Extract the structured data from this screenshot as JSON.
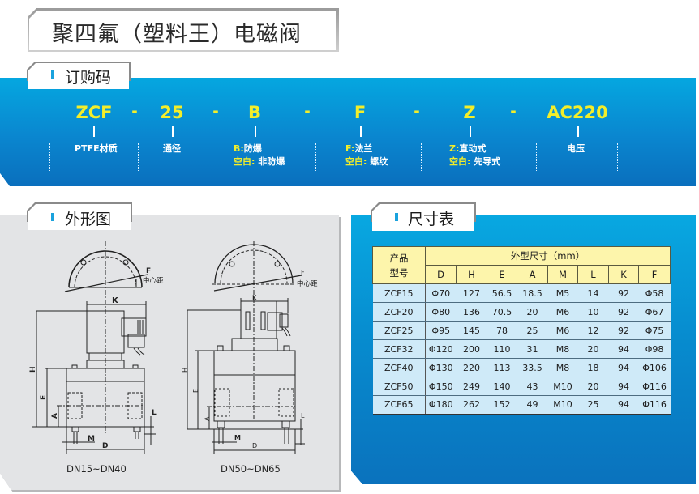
{
  "title": "聚四氟（塑料王）电磁阀",
  "order_code": {
    "section_label": "订购码",
    "parts": [
      {
        "code": "ZCF",
        "desc": [
          {
            "text": "PTFE材质"
          }
        ]
      },
      {
        "code": "25",
        "desc": [
          {
            "text": "通径"
          }
        ]
      },
      {
        "code": "B",
        "desc": [
          {
            "key": "B:",
            "text": "防爆"
          },
          {
            "key": "空白:",
            "text": " 非防爆"
          }
        ]
      },
      {
        "code": "F",
        "desc": [
          {
            "key": "F:",
            "text": "法兰"
          },
          {
            "key": "空白:",
            "text": " 螺纹"
          }
        ]
      },
      {
        "code": "Z",
        "desc": [
          {
            "key": "Z:",
            "text": "直动式"
          },
          {
            "key": "空白:",
            "text": " 先导式"
          }
        ]
      },
      {
        "code": "AC220",
        "desc": [
          {
            "text": "电压"
          }
        ]
      }
    ],
    "dash": "-"
  },
  "outline": {
    "section_label": "外形图",
    "drawings": [
      {
        "caption": "DN15~DN40",
        "labels": {
          "F": "F",
          "center": "中心距",
          "K": "K",
          "H": "H",
          "E": "E",
          "A": "A",
          "L": "L",
          "M": "M",
          "D": "D"
        }
      },
      {
        "caption": "DN50~DN65",
        "labels": {
          "F": "F",
          "center": "中心距",
          "K": "K",
          "H": "H",
          "E": "E",
          "A": "A",
          "L": "L",
          "M": "M",
          "D": "D"
        }
      }
    ]
  },
  "dimensions": {
    "section_label": "尺寸表",
    "model_header": [
      "产品",
      "型号"
    ],
    "group_header": "外型尺寸（mm）",
    "columns": [
      "D",
      "H",
      "E",
      "A",
      "M",
      "L",
      "K",
      "F"
    ],
    "rows": [
      [
        "ZCF15",
        "Φ70",
        "127",
        "56.5",
        "18.5",
        "M5",
        "14",
        "92",
        "Φ58"
      ],
      [
        "ZCF20",
        "Φ80",
        "136",
        "70.5",
        "20",
        "M6",
        "10",
        "92",
        "Φ67"
      ],
      [
        "ZCF25",
        "Φ95",
        "145",
        "78",
        "25",
        "M6",
        "12",
        "92",
        "Φ75"
      ],
      [
        "ZCF32",
        "Φ120",
        "200",
        "110",
        "31",
        "M8",
        "20",
        "94",
        "Φ98"
      ],
      [
        "ZCF40",
        "Φ130",
        "220",
        "113",
        "33.5",
        "M8",
        "18",
        "94",
        "Φ106"
      ],
      [
        "ZCF50",
        "Φ150",
        "249",
        "140",
        "43",
        "M10",
        "20",
        "94",
        "Φ116"
      ],
      [
        "ZCF65",
        "Φ180",
        "262",
        "152",
        "49",
        "M10",
        "25",
        "94",
        "Φ116"
      ]
    ]
  },
  "colors": {
    "banner_blue_top": "#05a7e0",
    "banner_blue_bottom": "#0a6fbd",
    "code_yellow": "#f3ee2a",
    "table_header_bg": "#fdf5ab",
    "table_row_bg": "#cfeaf8",
    "drawing_bg": "#e3e4e6",
    "tab_marker": "#1aa2dd"
  }
}
